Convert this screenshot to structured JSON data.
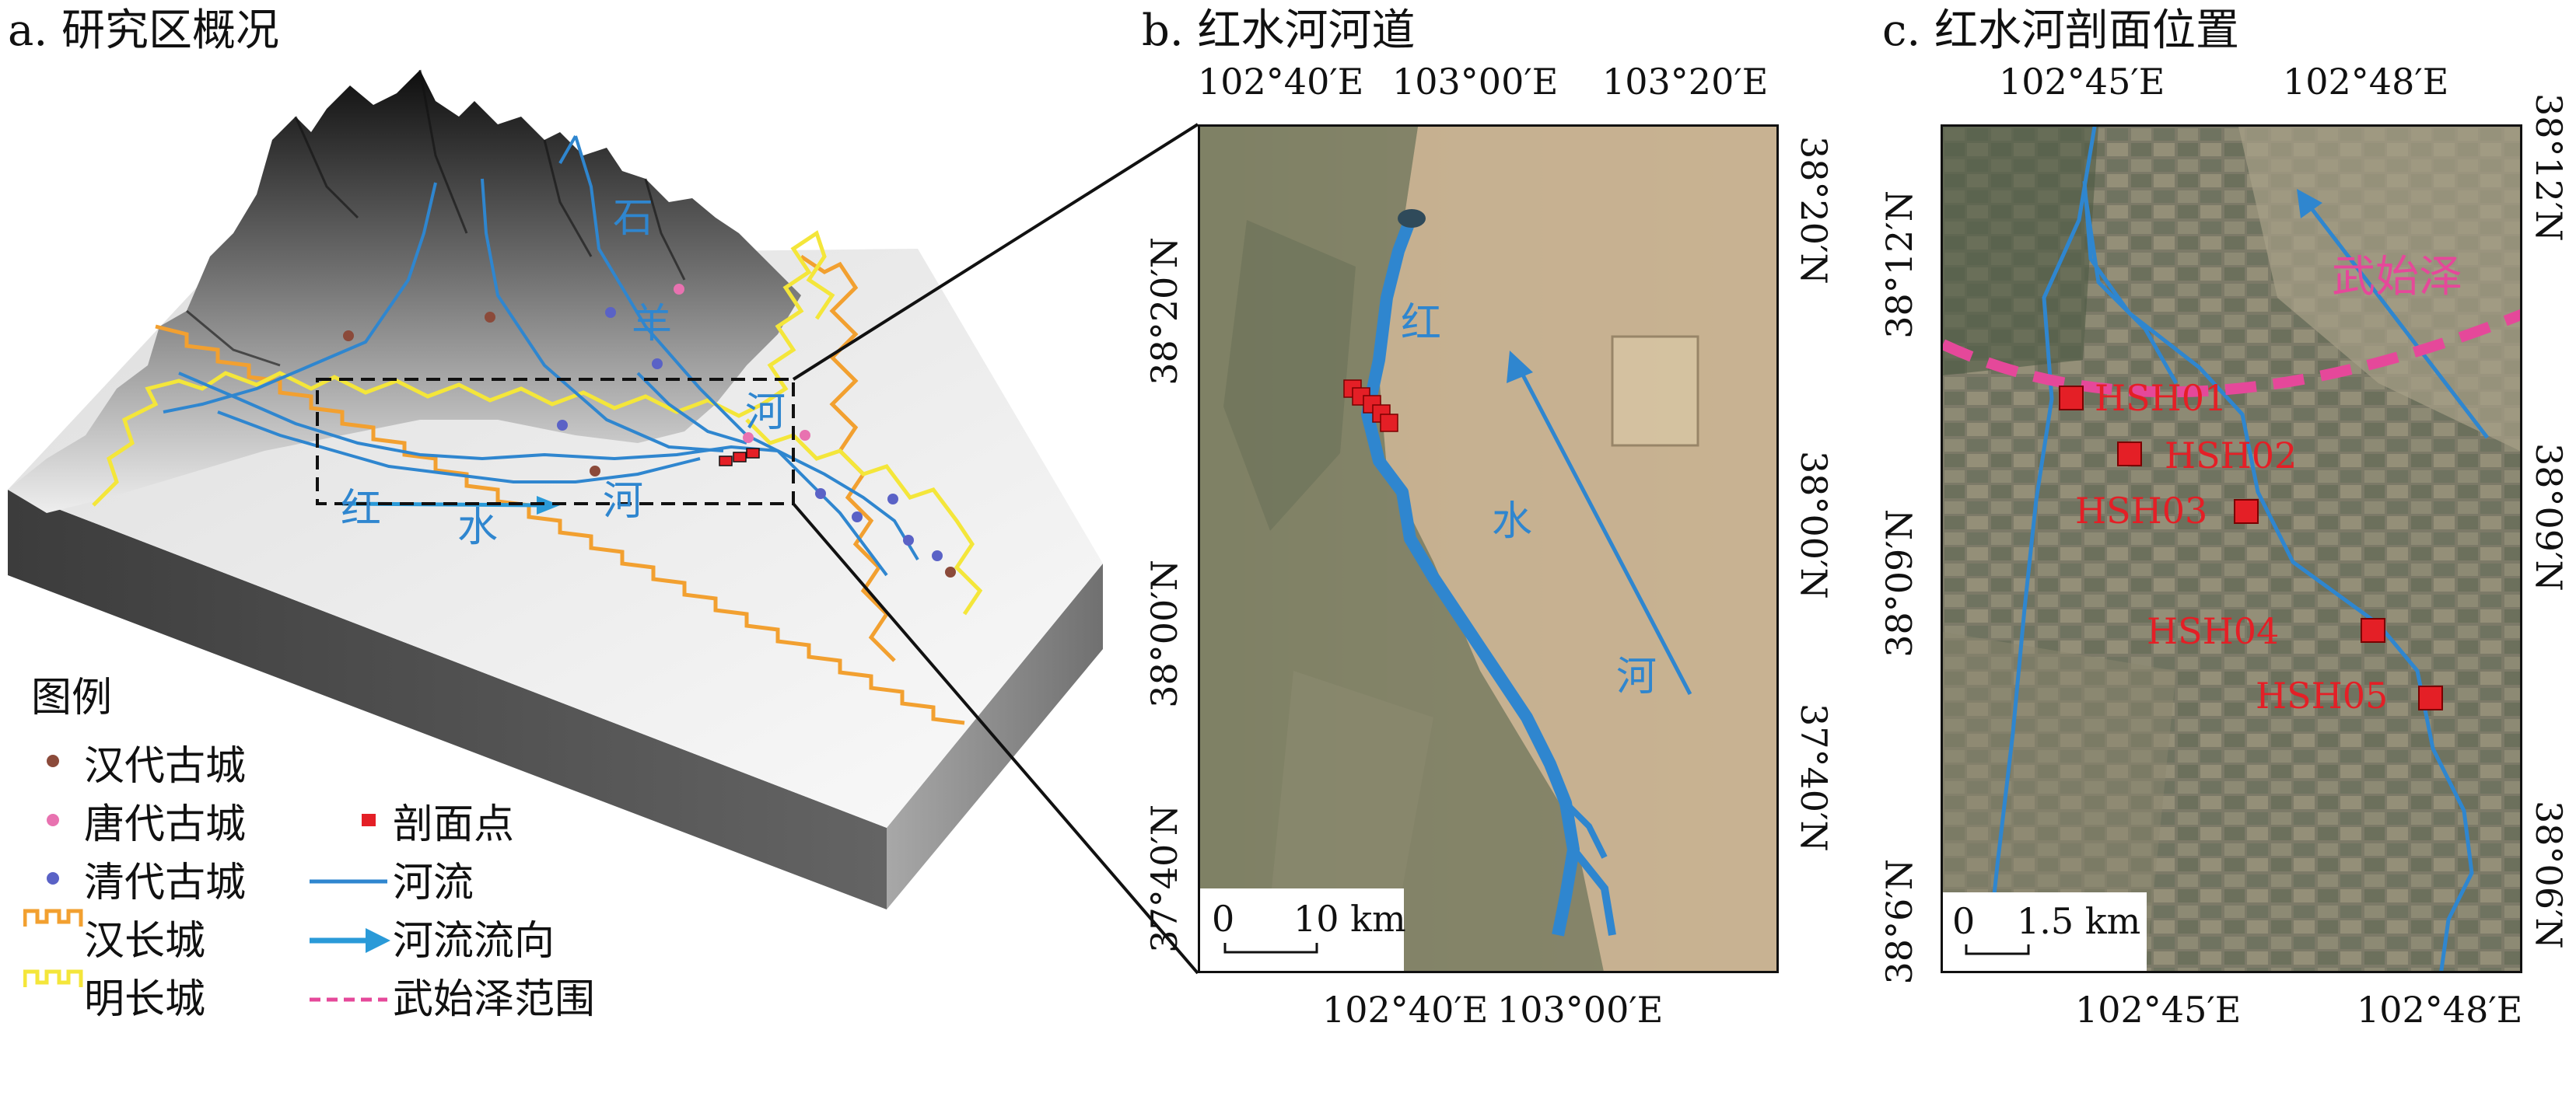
{
  "panel_a": {
    "title": "a. 研究区概况",
    "river_names": [
      "石",
      "羊",
      "河",
      "红",
      "水",
      "河"
    ],
    "legend": {
      "title": "图例",
      "items": [
        {
          "label": "汉代古城",
          "symbol": "dot",
          "color": "#8b4a3a"
        },
        {
          "label": "唐代古城",
          "symbol": "dot",
          "color": "#e872b0"
        },
        {
          "label": "清代古城",
          "symbol": "dot",
          "color": "#5a62c6"
        },
        {
          "label": "汉长城",
          "symbol": "wall",
          "color": "#f2a030"
        },
        {
          "label": "明长城",
          "symbol": "wall",
          "color": "#f4e63a"
        },
        {
          "label": "剖面点",
          "symbol": "square",
          "color": "#e41f26"
        },
        {
          "label": "河流",
          "symbol": "line",
          "color": "#2f86cf"
        },
        {
          "label": "河流流向",
          "symbol": "arrow",
          "color": "#2a9ad8"
        },
        {
          "label": "武始泽范围",
          "symbol": "dashed",
          "color": "#e5489a"
        }
      ]
    }
  },
  "panel_b": {
    "title": "b. 红水河河道",
    "top_lon": [
      "102°40′E",
      "103°00′E",
      "103°20′E"
    ],
    "bottom_lon": [
      "102°40′E",
      "103°00′E"
    ],
    "left_lat": [
      "38°20′N",
      "38°00′N",
      "37°40′N"
    ],
    "right_lat": [
      "38°20′N",
      "38°00′N",
      "37°40′N"
    ],
    "river_chars": [
      "红",
      "水",
      "河"
    ],
    "scale": {
      "zero": "0",
      "label": "10 km"
    }
  },
  "panel_c": {
    "title": "c. 红水河剖面位置",
    "top_lon": [
      "102°45′E",
      "102°48′E"
    ],
    "bottom_lon": [
      "102°45′E",
      "102°48′E"
    ],
    "left_lat": [
      "38°12′N",
      "38°09′N",
      "38°6′N"
    ],
    "right_lat": [
      "38°12′N",
      "38°09′N",
      "38°06′N"
    ],
    "lake_label": "武始泽",
    "sections": [
      "HSH01",
      "HSH02",
      "HSH03",
      "HSH04",
      "HSH05"
    ],
    "scale": {
      "zero": "0",
      "label": "1.5 km"
    }
  },
  "colors": {
    "river": "#2f86cf",
    "section": "#e41f26",
    "lake_boundary": "#e5489a",
    "han_wall": "#f2a030",
    "ming_wall": "#f4e63a"
  }
}
